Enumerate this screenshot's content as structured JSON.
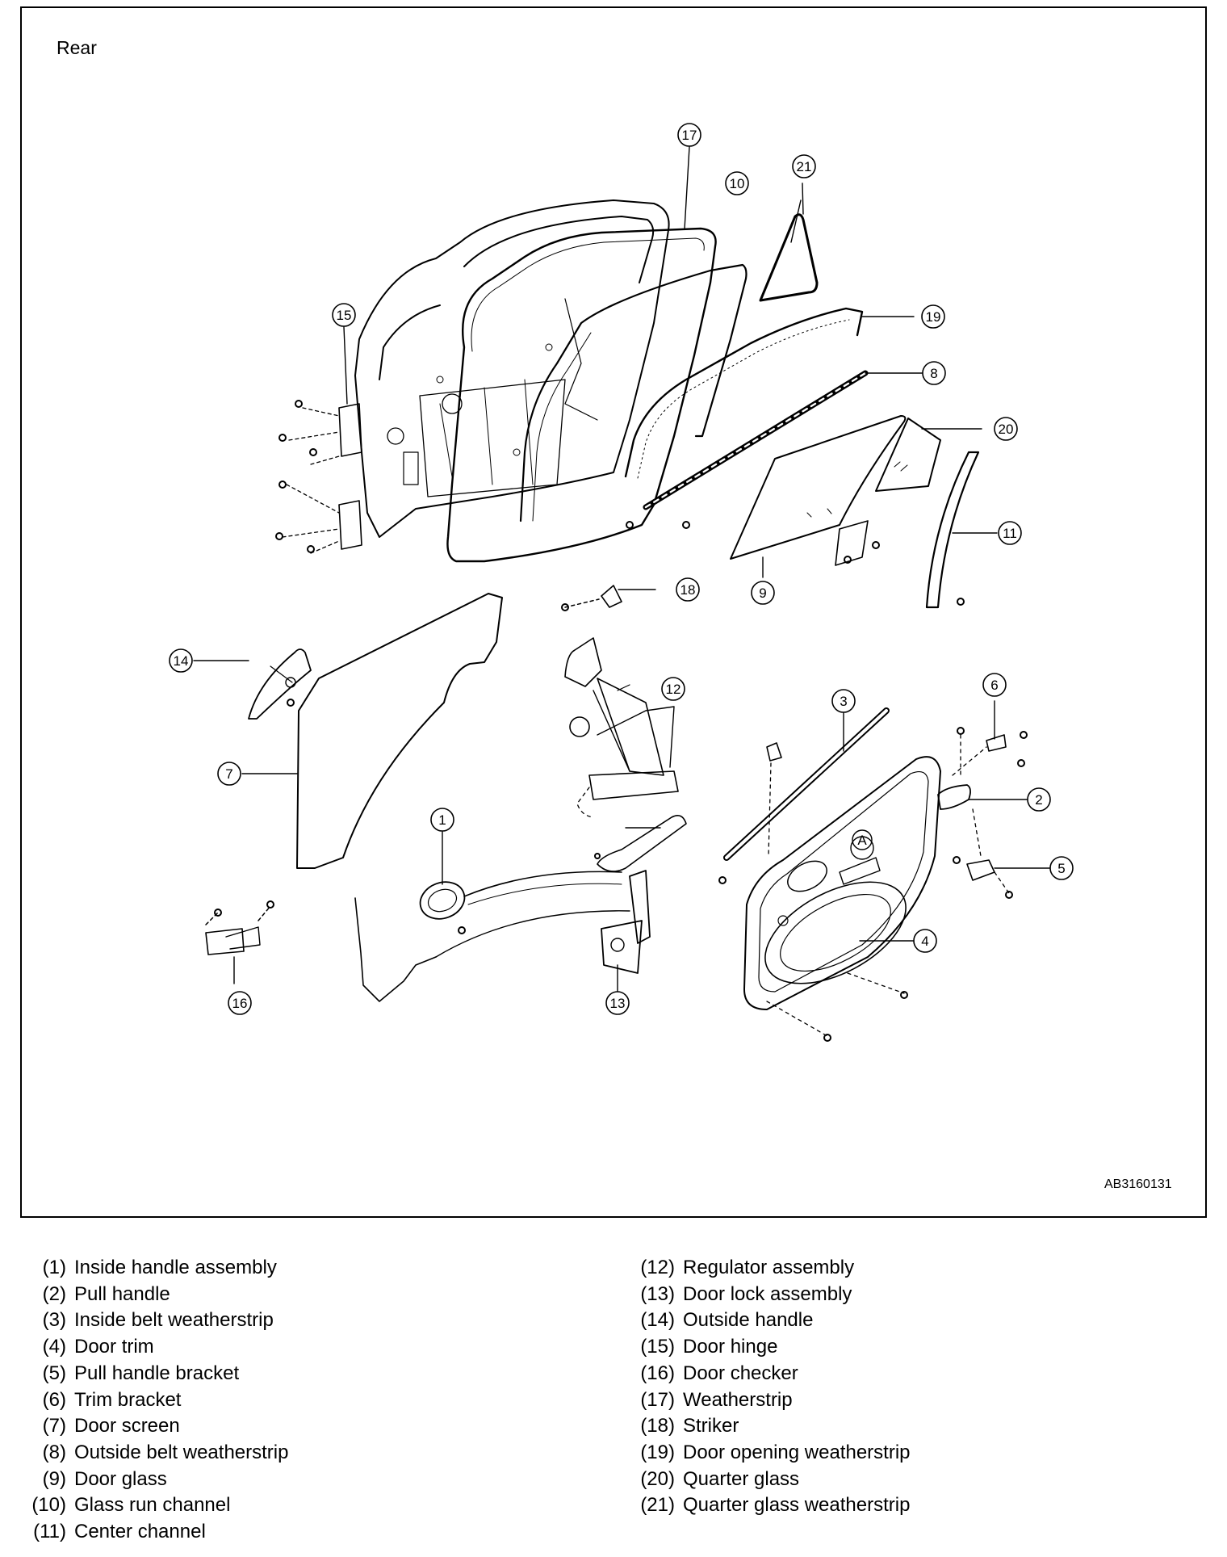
{
  "header": {
    "view_label": "Rear"
  },
  "footer": {
    "drawing_code": "AB3160131"
  },
  "callouts": [
    "1",
    "2",
    "3",
    "4",
    "5",
    "6",
    "7",
    "8",
    "9",
    "10",
    "11",
    "12",
    "13",
    "14",
    "15",
    "16",
    "17",
    "18",
    "19",
    "20",
    "21"
  ],
  "inset_label": "A",
  "legend": {
    "left": [
      {
        "num": "(1)",
        "label": "Inside handle assembly"
      },
      {
        "num": "(2)",
        "label": "Pull handle"
      },
      {
        "num": "(3)",
        "label": "Inside belt weatherstrip"
      },
      {
        "num": "(4)",
        "label": "Door trim"
      },
      {
        "num": "(5)",
        "label": "Pull handle bracket"
      },
      {
        "num": "(6)",
        "label": "Trim bracket"
      },
      {
        "num": "(7)",
        "label": "Door screen"
      },
      {
        "num": "(8)",
        "label": "Outside belt weatherstrip"
      },
      {
        "num": "(9)",
        "label": "Door glass"
      },
      {
        "num": "(10)",
        "label": "Glass run channel"
      },
      {
        "num": "(11)",
        "label": "Center channel"
      }
    ],
    "right": [
      {
        "num": "(12)",
        "label": "Regulator assembly"
      },
      {
        "num": "(13)",
        "label": "Door lock assembly"
      },
      {
        "num": "(14)",
        "label": "Outside handle"
      },
      {
        "num": "(15)",
        "label": "Door hinge"
      },
      {
        "num": "(16)",
        "label": "Door checker"
      },
      {
        "num": "(17)",
        "label": "Weatherstrip"
      },
      {
        "num": "(18)",
        "label": "Striker"
      },
      {
        "num": "(19)",
        "label": "Door opening weatherstrip"
      },
      {
        "num": "(20)",
        "label": "Quarter glass"
      },
      {
        "num": "(21)",
        "label": "Quarter glass weatherstrip"
      }
    ]
  }
}
